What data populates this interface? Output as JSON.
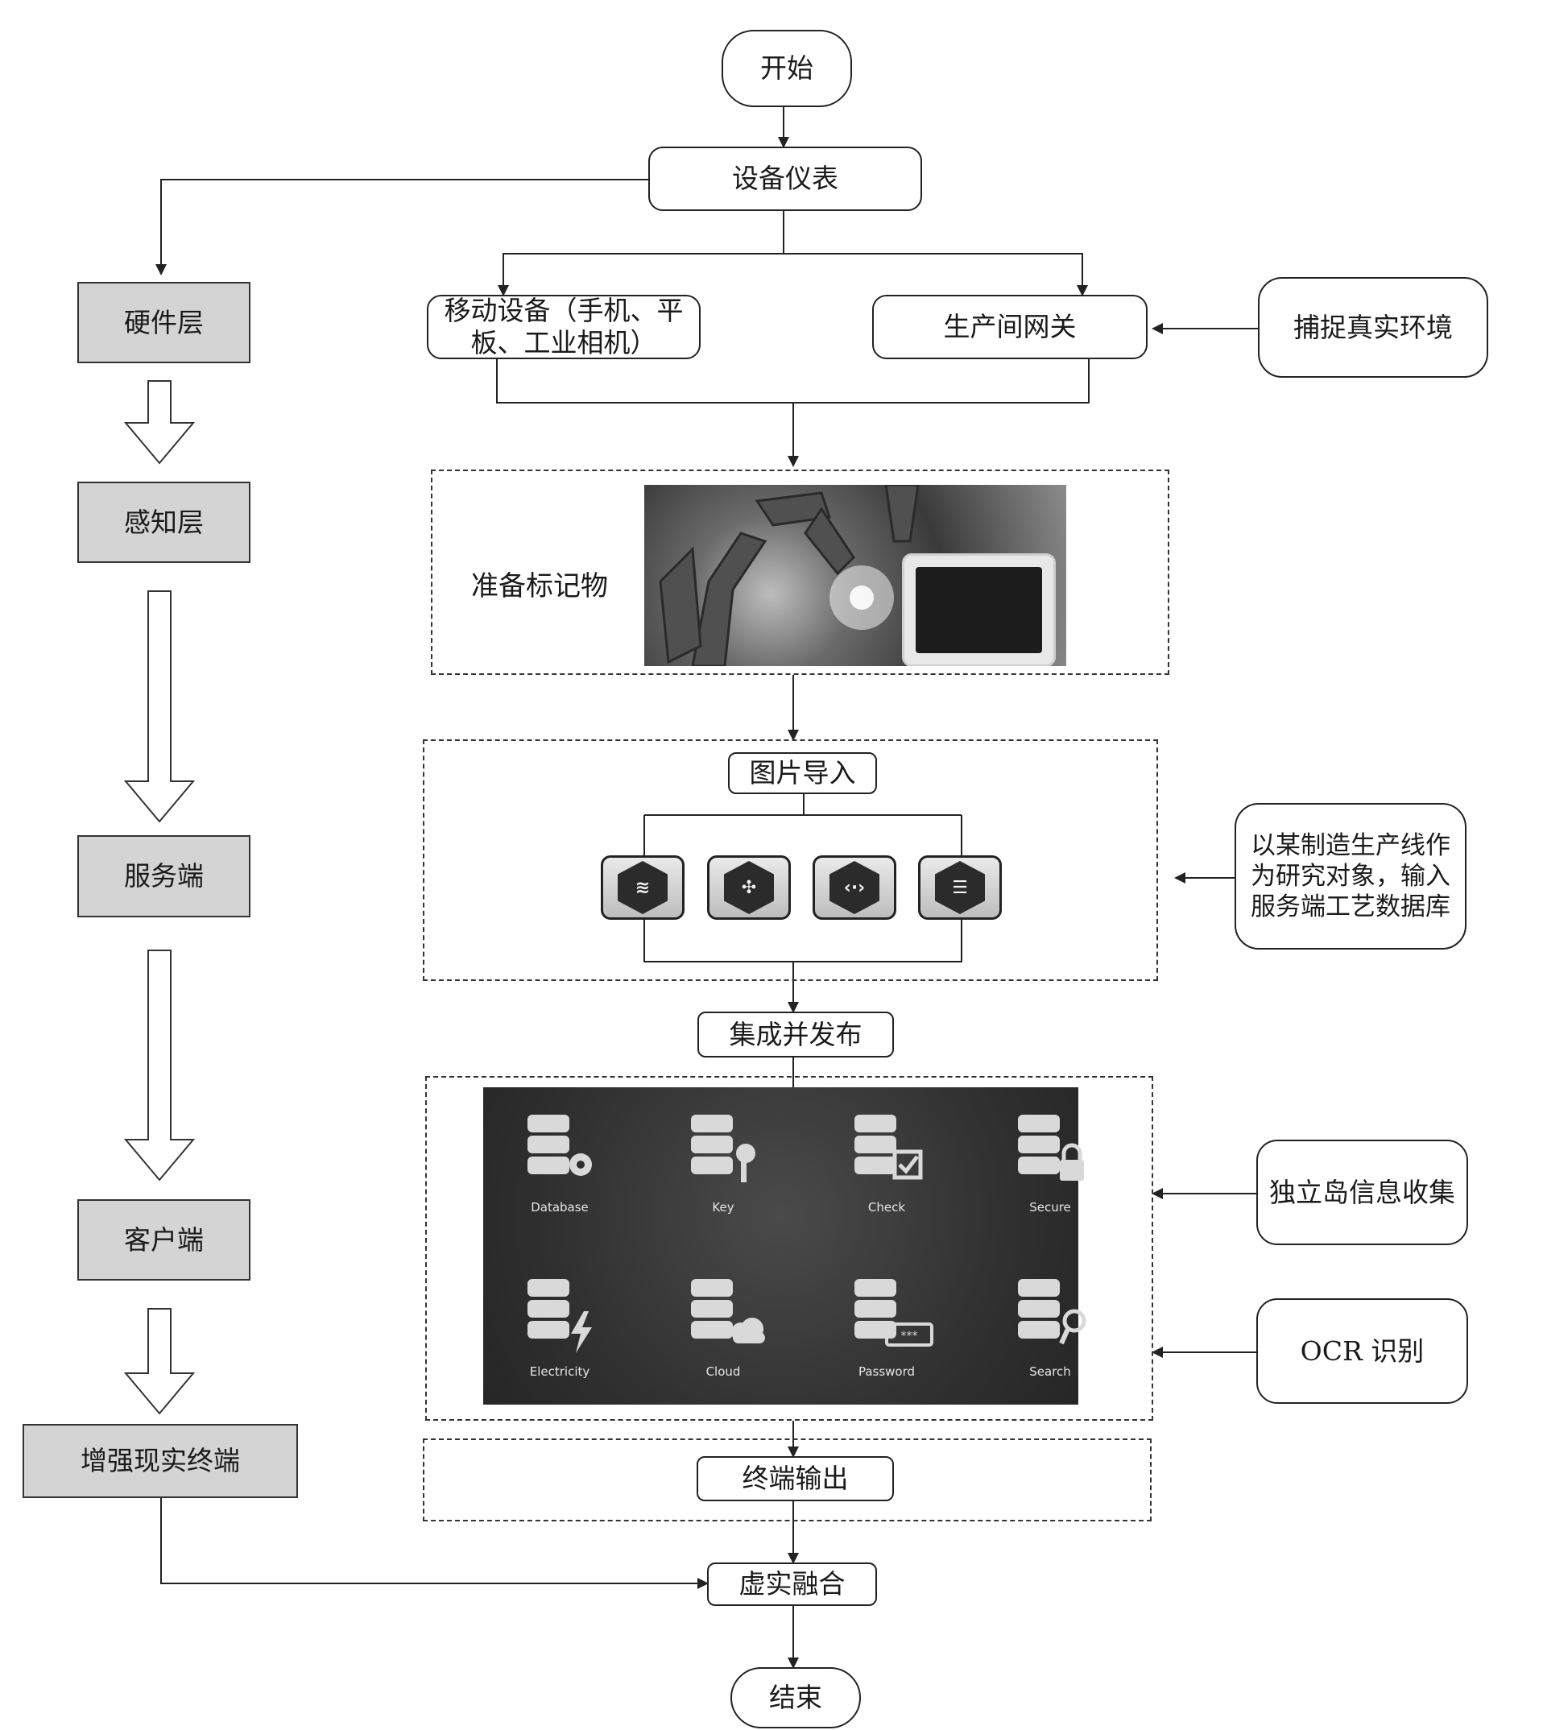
{
  "nodes": {
    "start": "开始",
    "device_meter": "设备仪表",
    "mobile_device": "移动设备（手机、平板、工业相机）",
    "gateway": "生产间网关",
    "capture_env": "捕捉真实环境",
    "prepare_marker": "准备标记物",
    "image_import": "图片导入",
    "research_input": "以某制造生产线作为研究对象，输入服务端工艺数据库",
    "integrate_publish": "集成并发布",
    "island_info": "独立岛信息收集",
    "ocr": "OCR 识别",
    "terminal_output": "终端输出",
    "fusion": "虚实融合",
    "end": "结束"
  },
  "layers": [
    "硬件层",
    "感知层",
    "服务端",
    "客户端",
    "增强现实终端"
  ],
  "image_import_icons": [
    "layers-icon",
    "puzzle-icon",
    "code-icon",
    "list-icon"
  ],
  "service_tiles": [
    {
      "label": "Database",
      "icon": "database-gear-icon",
      "glyph": "gear"
    },
    {
      "label": "Key",
      "icon": "database-key-icon",
      "glyph": "key"
    },
    {
      "label": "Check",
      "icon": "database-check-icon",
      "glyph": "check"
    },
    {
      "label": "Secure",
      "icon": "database-lock-icon",
      "glyph": "lock"
    },
    {
      "label": "Electricity",
      "icon": "database-bolt-icon",
      "glyph": "bolt"
    },
    {
      "label": "Cloud",
      "icon": "database-cloud-icon",
      "glyph": "cloud"
    },
    {
      "label": "Password",
      "icon": "database-password-icon",
      "glyph": "password"
    },
    {
      "label": "Search",
      "icon": "database-search-icon",
      "glyph": "search"
    }
  ],
  "colors": {
    "layer_fill": "#d4d4d4",
    "line": "#222222",
    "panel_bg": "#2e2e2e",
    "icon_fill": "#d9d9d9"
  }
}
